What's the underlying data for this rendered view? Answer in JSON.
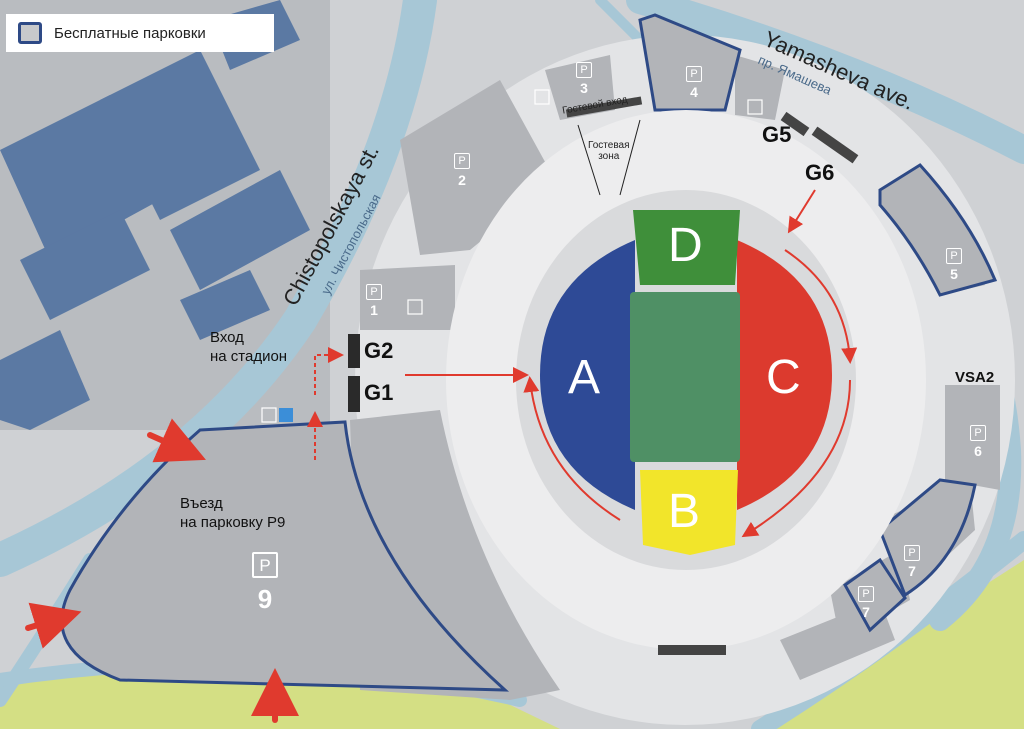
{
  "legend": {
    "text": "Бесплатные парковки"
  },
  "streets": {
    "chistopolskaya_en": "Chistopolskaya st.",
    "chistopolskaya_ru": "ул. Чистопольская",
    "yamasheva_en": "Yamasheva ave.",
    "yamasheva_ru": "пр. Ямашева"
  },
  "labels": {
    "stadium_entry": "Вход\nна стадион",
    "parking_entry": "Въезд\nна парковку P9",
    "guest_entry": "Гостевой вход",
    "guest_zone": "Гостевая\nзона",
    "vsa2": "VSA2"
  },
  "gates": {
    "g1": "G1",
    "g2": "G2",
    "g5": "G5",
    "g6": "G6"
  },
  "sectors": {
    "a": "A",
    "b": "B",
    "c": "C",
    "d": "D"
  },
  "parking": {
    "symbol": "P",
    "p1": "1",
    "p2": "2",
    "p3": "3",
    "p4": "4",
    "p5": "5",
    "p6": "6",
    "p7a": "7",
    "p7b": "7",
    "p9": "9"
  },
  "colors": {
    "sector_a": "#2e4a96",
    "sector_b": "#f2e52a",
    "sector_c": "#dc3a2e",
    "sector_d": "#3f8f3a",
    "field": "#4f9065",
    "free_parking_border": "#2e4a86",
    "arrow": "#e03a2e",
    "road": "#a7c7d6",
    "grass": "#d4df84"
  }
}
